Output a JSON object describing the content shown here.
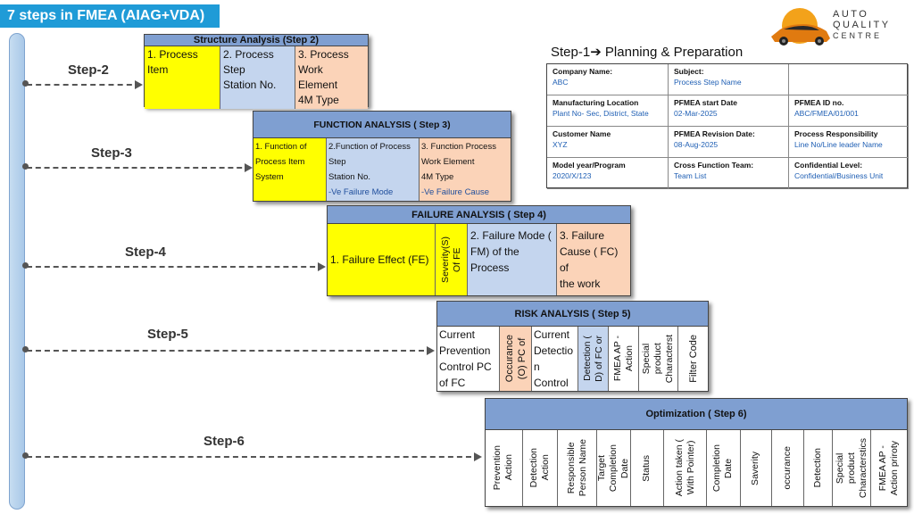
{
  "title": "7 steps in FMEA (AIAG+VDA)",
  "logo": {
    "line1": "AUTO",
    "line2": "QUALITY",
    "line3": "CENTRE"
  },
  "steps": [
    "Step-2",
    "Step-3",
    "Step-4",
    "Step-5",
    "Step-6"
  ],
  "planning": {
    "title": "Step-1➔ Planning & Preparation",
    "cells": [
      {
        "k": "Company Name:",
        "v": "ABC"
      },
      {
        "k": "Subject:",
        "v": "Process Step Name"
      },
      {
        "k": "",
        "v": ""
      },
      {
        "k": "Manufacturing Location",
        "v": "Plant No- Sec, District, State"
      },
      {
        "k": "PFMEA start Date",
        "v": "02-Mar-2025"
      },
      {
        "k": "PFMEA ID no.",
        "v": "ABC/FMEA/01/001"
      },
      {
        "k": "Customer Name",
        "v": "XYZ"
      },
      {
        "k": "PFMEA Revision Date:",
        "v": "08-Aug-2025"
      },
      {
        "k": "Process Responsibility",
        "v": "Line No/Line leader Name"
      },
      {
        "k": "Model year/Program",
        "v": "2020/X/123"
      },
      {
        "k": "Cross Function Team:",
        "v": "Team List"
      },
      {
        "k": "Confidential Level:",
        "v": "Confidential/Business Unit"
      }
    ]
  },
  "structure": {
    "header": "Structure Analysis (Step 2)",
    "c1": [
      "1. Process",
      "Item"
    ],
    "c2": [
      "2. Process",
      "Step",
      "Station No."
    ],
    "c3": [
      "3. Process",
      "Work Element",
      "4M Type"
    ]
  },
  "function": {
    "header": "FUNCTION ANALYSIS ( Step 3)",
    "c1": [
      "1. Function of",
      "Process Item",
      "System"
    ],
    "c2": [
      "2.Function of  Process",
      "Step",
      "Station No.",
      "-Ve Failure Mode"
    ],
    "c3": [
      "3. Function Process",
      "Work Element",
      "4M Type",
      "-Ve Failure Cause"
    ]
  },
  "failure": {
    "header": "FAILURE ANALYSIS ( Step 4)",
    "effect": "1. Failure Effect (FE)",
    "severity": [
      "Severity(S)",
      "Of FE"
    ],
    "mode": [
      "2. Failure Mode (",
      "FM) of the",
      "Process"
    ],
    "cause": [
      "3. Failure",
      "Cause ( FC) of",
      "the work"
    ]
  },
  "risk": {
    "header": "RISK ANALYSIS ( Step 5)",
    "prevention": [
      "Current",
      "Prevention",
      "Control PC",
      "of FC"
    ],
    "occurance": [
      "Occurance",
      "(O) PC of"
    ],
    "detection_control": [
      "Current",
      "Detectio",
      "n",
      "Control"
    ],
    "detection": [
      "Detection (",
      "D) of FC or"
    ],
    "ap": [
      "FMEA AP -",
      "Action"
    ],
    "special": [
      "Special",
      "product",
      "Characterst"
    ],
    "filter": [
      "Filter Code"
    ]
  },
  "optimization": {
    "header": "Optimization ( Step 6)",
    "cols": [
      [
        "Prevention",
        "Action"
      ],
      [
        "Detection",
        "Action"
      ],
      [
        "Responsible",
        "Person Name"
      ],
      [
        "Target",
        "Completion",
        "Date"
      ],
      [
        "Status"
      ],
      [
        "Action taken (",
        "With Pointer)"
      ],
      [
        "Completion",
        "Date"
      ],
      [
        "Saverity"
      ],
      [
        "occurance"
      ],
      [
        "Detection"
      ],
      [
        "Special",
        "product",
        "Characterstics"
      ],
      [
        "FMEA AP -",
        "Action priroty"
      ]
    ]
  }
}
